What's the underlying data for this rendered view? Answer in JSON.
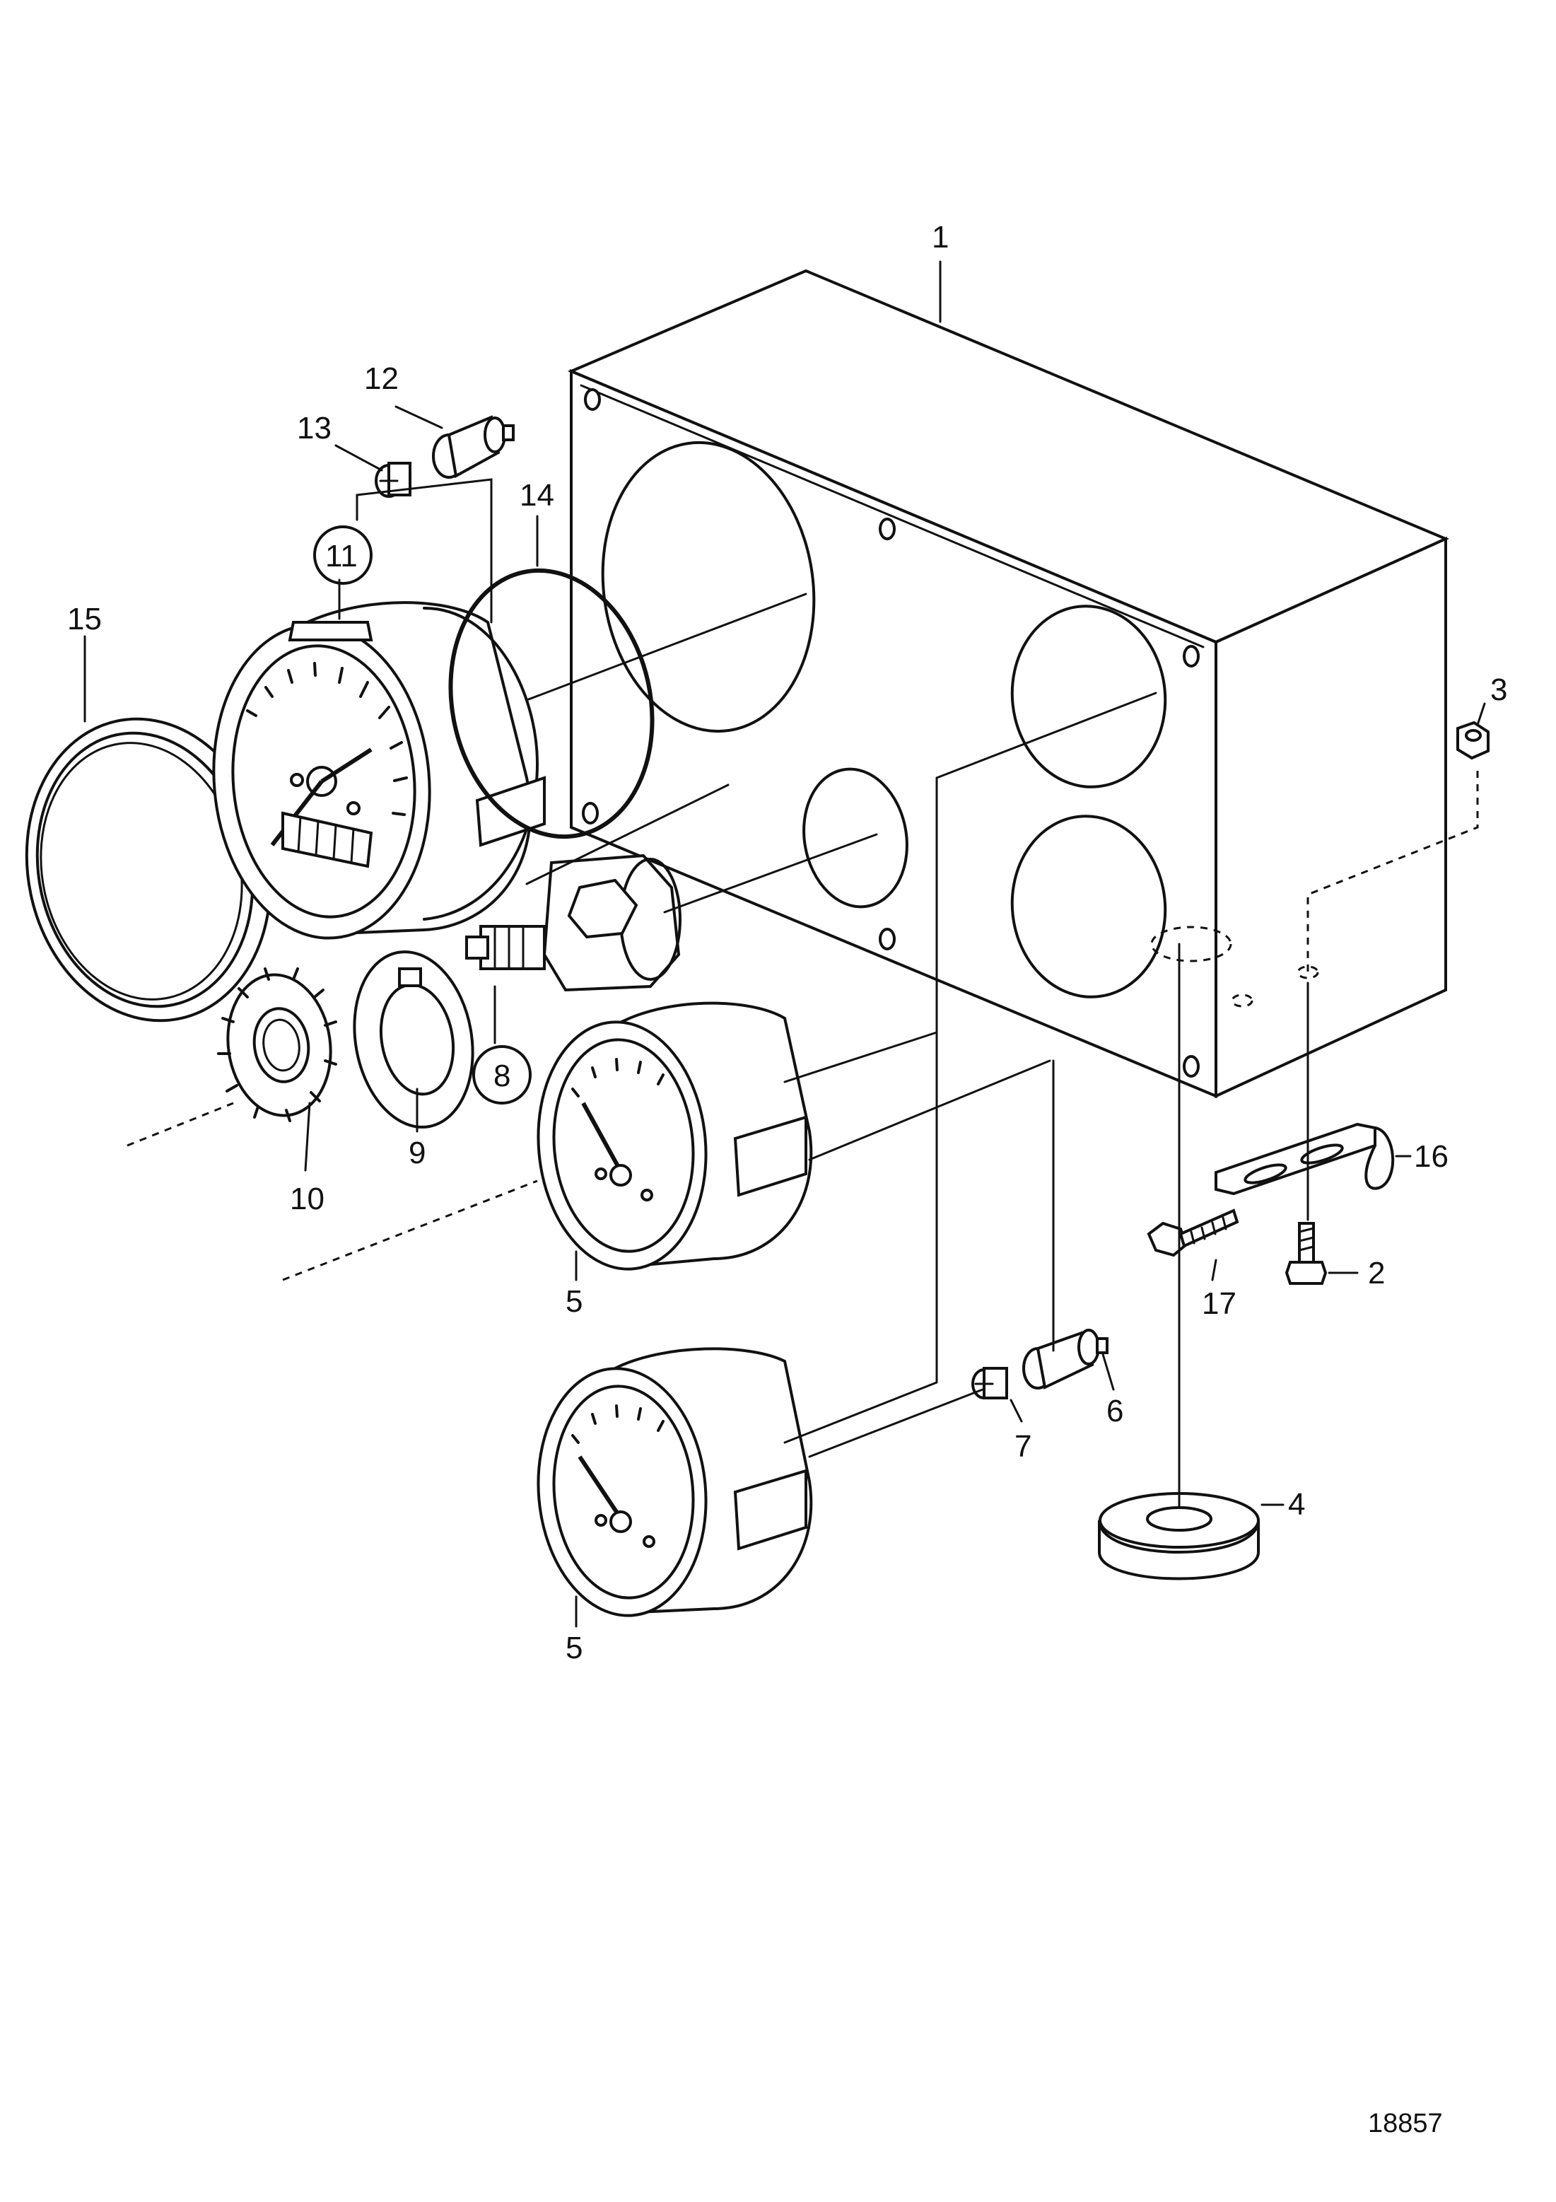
{
  "callouts": {
    "c1": "1",
    "c2": "2",
    "c3": "3",
    "c4": "4",
    "c5a": "5",
    "c5b": "5",
    "c6": "6",
    "c7": "7",
    "c8": "8",
    "c9": "9",
    "c10": "10",
    "c11": "11",
    "c12": "12",
    "c13": "13",
    "c14": "14",
    "c15": "15",
    "c16": "16",
    "c17": "17"
  },
  "reference_number": "18857"
}
